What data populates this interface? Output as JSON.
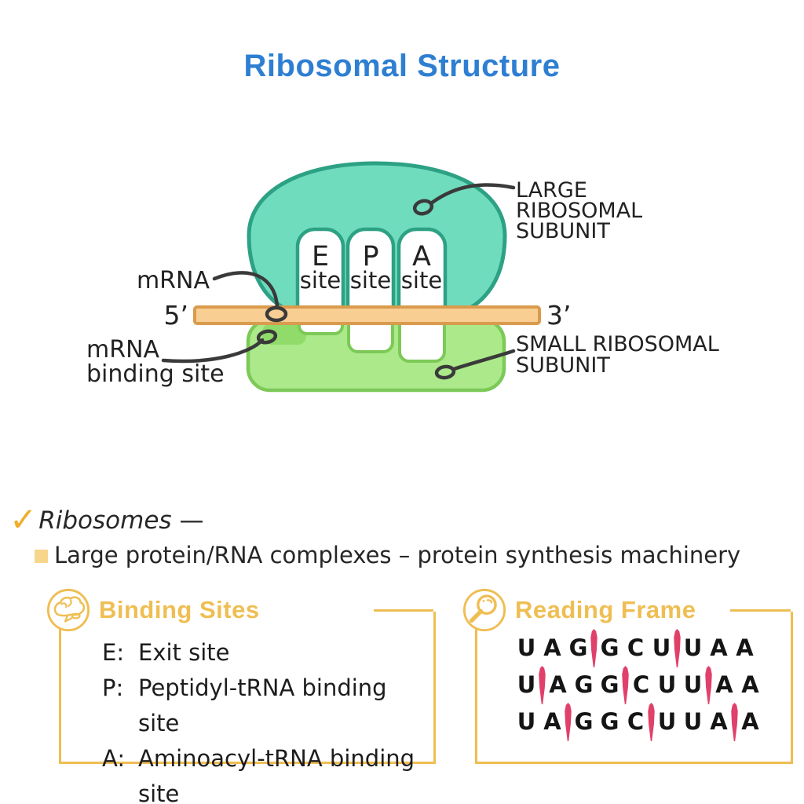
{
  "title": "Ribosomal Structure",
  "colors": {
    "teal": "#70DCBE",
    "tealStroke": "#2DA184",
    "green": "#ABE98A",
    "greenStroke": "#7CC957",
    "bindGreen": "#90DB69",
    "band": "#F8CE93",
    "bandStroke": "#D99B4D",
    "ink": "#3A3A3A",
    "gold": "#EFBE53",
    "goldSoft": "#F7D58B",
    "red": "#E0406A",
    "blue": "#2E7FD2",
    "amber": "#EFAF2B"
  },
  "diagram": {
    "sites": [
      {
        "letter": "E",
        "word": "site"
      },
      {
        "letter": "P",
        "word": "site"
      },
      {
        "letter": "A",
        "word": "site"
      }
    ],
    "labels": {
      "mrna": "mRNA",
      "five_prime": "5’",
      "three_prime": "3’",
      "mrna_binding_line1": "mRNA",
      "mrna_binding_line2": "binding site",
      "large_line1": "LARGE",
      "large_line2": "RIBOSOMAL",
      "large_line3": "SUBUNIT",
      "small_line1": "SMALL RIBOSOMAL",
      "small_line2": "SUBUNIT"
    }
  },
  "notes": {
    "checkmark": "✓",
    "term": "Ribosomes",
    "dash": "—",
    "definition": "Large protein/RNA complexes – protein synthesis machinery"
  },
  "binding_sites_box": {
    "title": "Binding Sites",
    "icon": "brain-icon",
    "items": [
      {
        "key": "E:",
        "label": "Exit site"
      },
      {
        "key": "P:",
        "label": "Peptidyl-tRNA binding site"
      },
      {
        "key": "A:",
        "label": "Aminoacyl-tRNA binding site"
      }
    ]
  },
  "reading_frame_box": {
    "title": "Reading Frame",
    "icon": "magnifier-icon",
    "sequence": "UAGGCUUAA",
    "rows": [
      {
        "letters": [
          "U",
          "A",
          "G",
          "G",
          "C",
          "U",
          "U",
          "A",
          "A"
        ],
        "marks_after": [
          3,
          6
        ]
      },
      {
        "letters": [
          "U",
          "A",
          "G",
          "G",
          "C",
          "U",
          "U",
          "A",
          "A"
        ],
        "marks_after": [
          1,
          4,
          7
        ]
      },
      {
        "letters": [
          "U",
          "A",
          "G",
          "G",
          "C",
          "U",
          "U",
          "A",
          "A"
        ],
        "marks_after": [
          2,
          5,
          8
        ]
      }
    ]
  }
}
